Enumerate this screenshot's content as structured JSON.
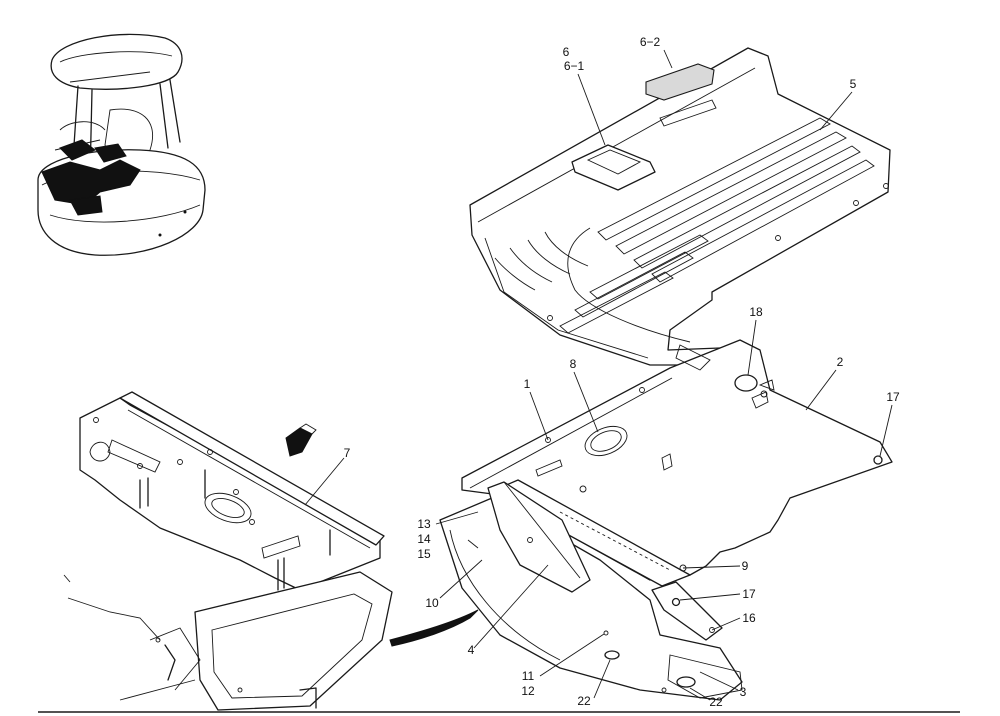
{
  "callouts": {
    "c6": "6",
    "c6_1": "6−1",
    "c6_2": "6−2",
    "c5": "5",
    "c18": "18",
    "c2": "2",
    "c8": "8",
    "c1": "1",
    "c17a": "17",
    "c7": "7",
    "c13": "13",
    "c14": "14",
    "c15": "15",
    "c9": "9",
    "c17b": "17",
    "c16": "16",
    "c10": "10",
    "c4": "4",
    "c11": "11",
    "c12": "12",
    "c3": "3",
    "c22a": "22",
    "c22b": "22"
  },
  "colors": {
    "line": "#1a1a1a",
    "shade": "#111111",
    "background": "#ffffff"
  }
}
